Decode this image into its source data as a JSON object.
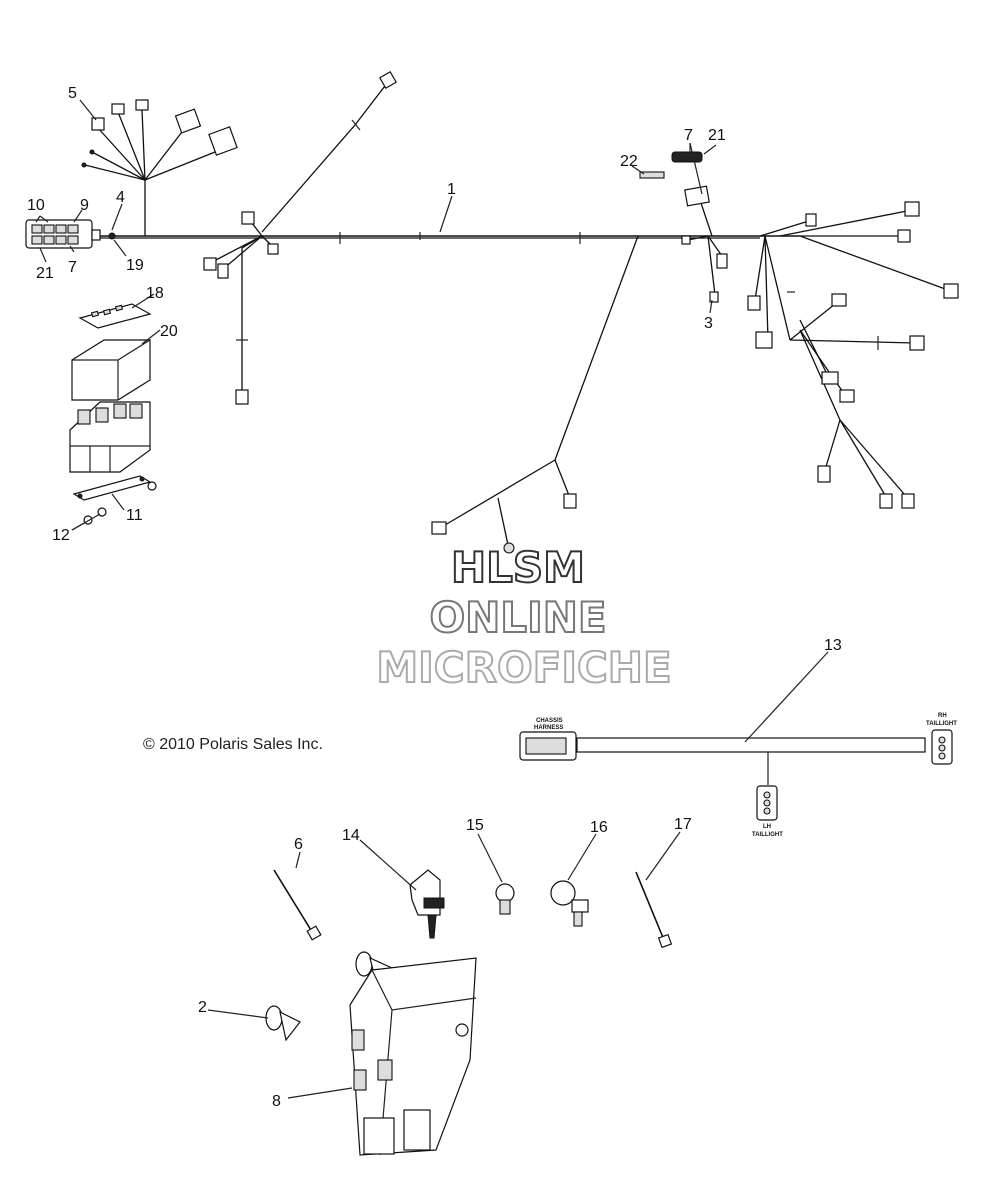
{
  "callouts": {
    "c1": "1",
    "c2": "2",
    "c3": "3",
    "c4": "4",
    "c5": "5",
    "c6": "6",
    "c7a": "7",
    "c7b": "7",
    "c8": "8",
    "c9": "9",
    "c10": "10",
    "c11": "11",
    "c12": "12",
    "c13": "13",
    "c14": "14",
    "c15": "15",
    "c16": "16",
    "c17": "17",
    "c18": "18",
    "c19": "19",
    "c20": "20",
    "c21a": "21",
    "c21b": "21",
    "c22": "22"
  },
  "watermark": {
    "line1": "HLSM",
    "line2": "ONLINE",
    "line3": "MICROFICHE"
  },
  "copyright": "© 2010 Polaris Sales Inc.",
  "harness_labels": {
    "chassis_1": "CHASSIS",
    "chassis_2": "HARNESS",
    "rh_1": "RH",
    "rh_2": "TAILLIGHT",
    "lh_1": "LH",
    "lh_2": "TAILLIGHT"
  },
  "colors": {
    "ink": "#111111",
    "watermark_dark": "#333333",
    "watermark_mid": "#777777",
    "watermark_light": "#aaaaaa"
  }
}
